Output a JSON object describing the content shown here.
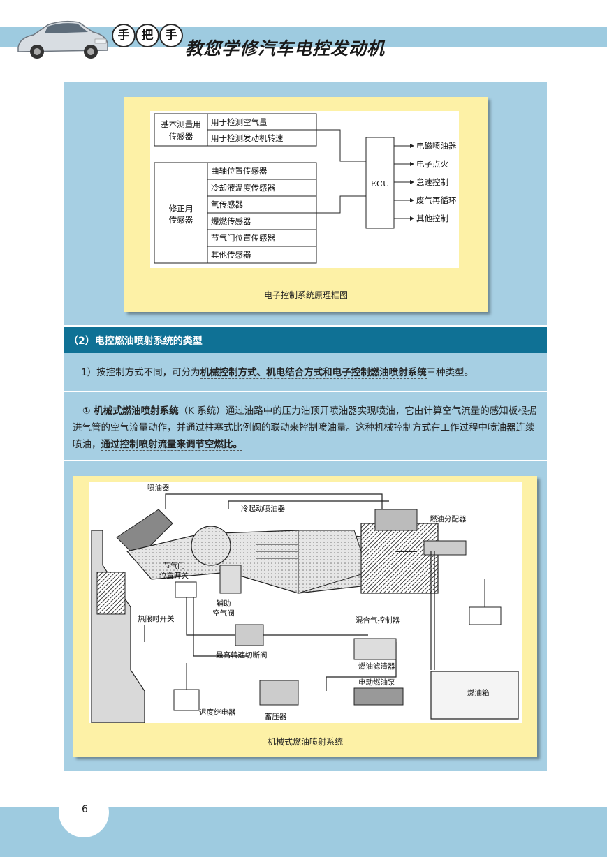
{
  "header": {
    "hand1": "手",
    "hand2": "把",
    "hand3": "手",
    "title": "教您学修汽车电控发动机"
  },
  "figure1": {
    "basic_group": "基本测量用\n传感器",
    "basic_items": [
      "用于检测空气量",
      "用于检测发动机转速"
    ],
    "correction_group": "修正用\n传感器",
    "correction_items": [
      "曲轴位置传感器",
      "冷却液温度传感器",
      "氧传感器",
      "爆燃传感器",
      "节气门位置传感器",
      "其他传感器"
    ],
    "ecu": "ECU",
    "outputs": [
      "电磁喷油器",
      "电子点火",
      "怠速控制",
      "废气再循环",
      "其他控制"
    ],
    "caption": "电子控制系统原理框图"
  },
  "section": {
    "title": "（2）电控燃油喷射系统的类型"
  },
  "para1": {
    "pre": "1）按控制方式不同，可分为",
    "em": "机械控制方式、机电结合方式和电子控制燃油喷射系统",
    "post": "三种类型。"
  },
  "para2": {
    "lead": "① 机械式燃油喷射系统",
    "text": "（K 系统）通过油路中的压力油顶开喷油器实现喷油，它由计算空气流量的感知板根据进气管的空气流量动作，并通过柱塞式比例阀的联动来控制喷油量。这种机械控制方式在工作过程中喷油器连续喷油，",
    "em": "通过控制喷射流量来调节空燃比。"
  },
  "figure2": {
    "labels": {
      "injector": "喷油器",
      "cold_start": "冷起动喷油器",
      "distributor": "燃油分配器",
      "throttle_switch": "节气门\n位置开关",
      "aux_air": "辅助\n空气阀",
      "thermo_switch": "热限时开关",
      "mixture_ctrl": "混合气控制器",
      "max_speed_valve": "最高转速切断阀",
      "fuel_filter": "燃油滤清器",
      "fuel_pump": "电动燃油泵",
      "fuel_tank": "燃油箱",
      "relay": "迟度继电器",
      "accumulator": "蓄压器"
    },
    "caption": "机械式燃油喷射系统"
  },
  "footer": {
    "page": "6"
  },
  "colors": {
    "band": "#9ecbe0",
    "content_bg": "#a6cfe3",
    "section_bar": "#0f7195",
    "card": "#fdf1a6"
  }
}
